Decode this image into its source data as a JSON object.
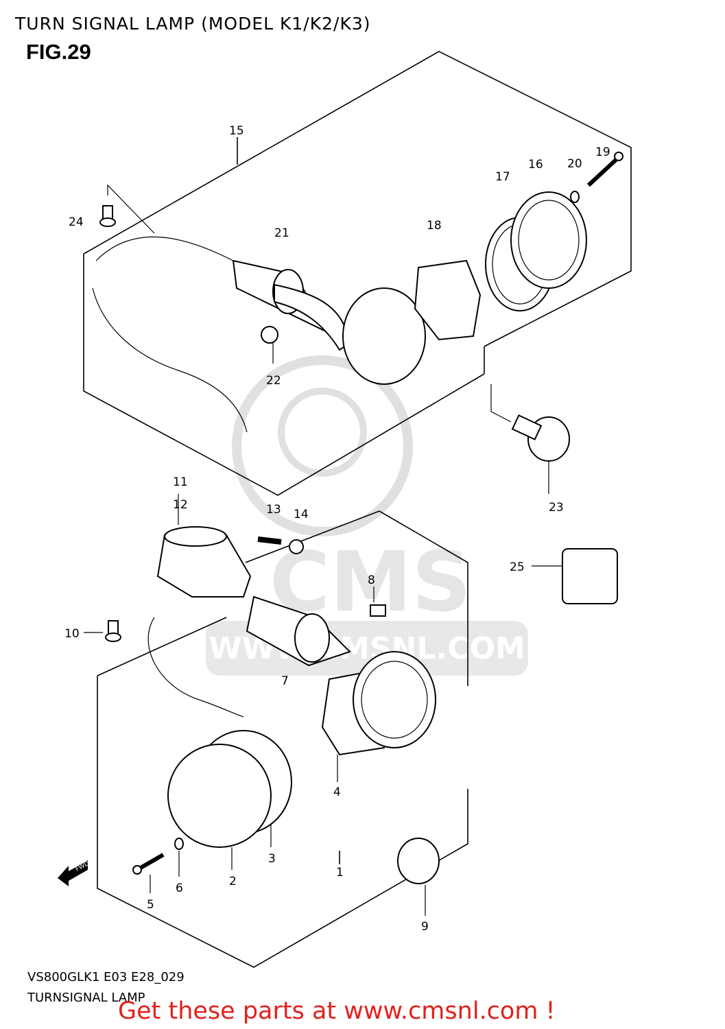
{
  "header": {
    "title": "TURN SIGNAL LAMP (MODEL K1/K2/K3)",
    "figure": "FIG.29"
  },
  "callouts": {
    "c1": "1",
    "c2": "2",
    "c3": "3",
    "c4": "4",
    "c5": "5",
    "c6": "6",
    "c7": "7",
    "c8": "8",
    "c9": "9",
    "c10": "10",
    "c11": "11",
    "c12": "12",
    "c13": "13",
    "c14": "14",
    "c15": "15",
    "c16": "16",
    "c17": "17",
    "c18": "18",
    "c19": "19",
    "c20": "20",
    "c21": "21",
    "c22": "22",
    "c23": "23",
    "c24": "24",
    "c25": "25"
  },
  "watermark": {
    "text": "WWW.CMSNL.COM",
    "brand": "CMS",
    "color": "#c8c8c8"
  },
  "fwd_label": "FWD",
  "footer": {
    "code": "VS800GLK1 E03 E28_029",
    "name": "TURNSIGNAL LAMP"
  },
  "promo": {
    "text": "Get these parts at www.cmsnl.com !",
    "color": "#e3201b"
  }
}
